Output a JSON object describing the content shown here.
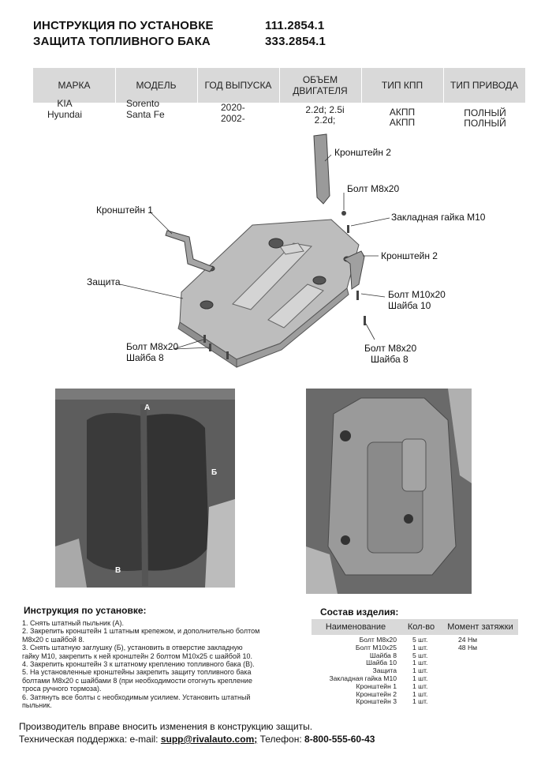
{
  "header": {
    "title_line1": "ИНСТРУКЦИЯ ПО УСТАНОВКЕ",
    "title_line2": "ЗАЩИТА ТОПЛИВНОГО БАКА",
    "code1": "111.2854.1",
    "code2": "333.2854.1"
  },
  "spec_table": {
    "columns": [
      "МАРКА",
      "МОДЕЛЬ",
      "ГОД ВЫПУСКА",
      "ОБЪЕМ ДВИГАТЕЛЯ",
      "ТИП КПП",
      "ТИП ПРИВОДА"
    ],
    "rows": [
      [
        "KIA",
        "Sorento",
        "2020-",
        "2.2d; 2.5i",
        "АКПП",
        "ПОЛНЫЙ"
      ],
      [
        "Hyundai",
        "Santa Fe",
        "2002-",
        "2.2d;",
        "АКПП",
        "ПОЛНЫЙ"
      ]
    ]
  },
  "diagram_labels": {
    "bracket2_top": "Кронштейн 2",
    "bolt_m8_top": "Болт М8х20",
    "nut_m10": "Закладная гайка М10",
    "bracket1": "Кронштейн 1",
    "bracket2_right": "Кронштейн 2",
    "guard": "Защита",
    "bolt_m10": "Болт М10х20",
    "washer10": "Шайба 10",
    "bolt_m8_left": "Болт М8х20",
    "washer8_left": "Шайба 8",
    "bolt_m8_right": "Болт М8х20",
    "washer8_right": "Шайба 8"
  },
  "photo_labels": {
    "a": "А",
    "b": "Б",
    "v": "В"
  },
  "instructions": {
    "title": "Инструкция по установке:",
    "lines": [
      "1. Снять штатный пыльник (А).",
      "2. Закрепить кронштейн 1 штатным крепежом, и дополнительно болтом",
      "М8х20 с шайбой 8.",
      "3. Снять штатную заглушку (Б), установить в отверстие закладную",
      "гайку М10, закрепить к ней кронштейн 2 болтом М10х25 с шайбой 10.",
      "4. Закрепить кронштейн 3 к штатному креплению топливного бака (В).",
      "5. На установленные кронштейны закрепить защиту топливного бака",
      "болтами М8х20 с шайбами 8 (при необходимости отогнуть крепление",
      "троса ручного тормоза).",
      "6. Затянуть все болты с необходимым усилием. Установить штатный",
      "пыльник."
    ]
  },
  "composition": {
    "title": "Состав изделия:",
    "headers": [
      "Наименование",
      "Кол-во",
      "Момент затяжки"
    ],
    "items": [
      {
        "name": "Болт М8х20",
        "qty": "5 шт.",
        "torque": "24 Нм"
      },
      {
        "name": "Болт М10х25",
        "qty": "1 шт.",
        "torque": "48 Нм"
      },
      {
        "name": "Шайба 8",
        "qty": "5 шт.",
        "torque": ""
      },
      {
        "name": "Шайба 10",
        "qty": "1 шт.",
        "torque": ""
      },
      {
        "name": "Защита",
        "qty": "1 шт.",
        "torque": ""
      },
      {
        "name": "Закладная гайка М10",
        "qty": "1 шт.",
        "torque": ""
      },
      {
        "name": "Кронштейн 1",
        "qty": "1 шт.",
        "torque": ""
      },
      {
        "name": "Кронштейн 2",
        "qty": "1 шт.",
        "torque": ""
      },
      {
        "name": "Кронштейн 3",
        "qty": "1 шт.",
        "torque": ""
      }
    ]
  },
  "footer": {
    "note": "Производитель вправе вносить изменения в конструкцию защиты.",
    "support_prefix": "Техническая поддержка:  e-mail:",
    "email": "supp@rivalauto.com;",
    "phone_label": "Телефон:",
    "phone": "8-800-555-60-43"
  }
}
